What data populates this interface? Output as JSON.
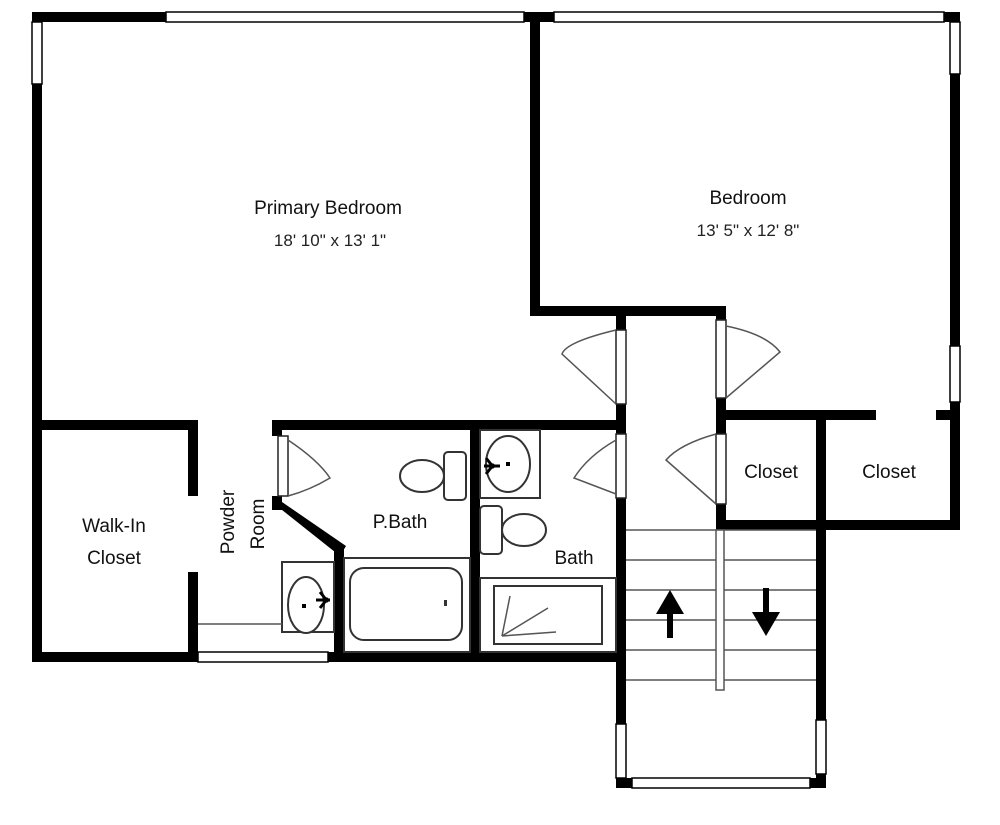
{
  "rooms": {
    "primary_bedroom": {
      "name": "Primary Bedroom",
      "dims": "18' 10\" x 13' 1\""
    },
    "bedroom": {
      "name": "Bedroom",
      "dims": "13' 5\" x 12' 8\""
    },
    "walk_in_closet": {
      "line1": "Walk-In",
      "line2": "Closet"
    },
    "powder_room": {
      "line1": "Powder",
      "line2": "Room"
    },
    "p_bath": {
      "name": "P.Bath"
    },
    "bath": {
      "name": "Bath"
    },
    "closet_1": {
      "name": "Closet"
    },
    "closet_2": {
      "name": "Closet"
    }
  },
  "stairs": {
    "up_icon": "arrow-up-icon",
    "down_icon": "arrow-down-icon"
  }
}
